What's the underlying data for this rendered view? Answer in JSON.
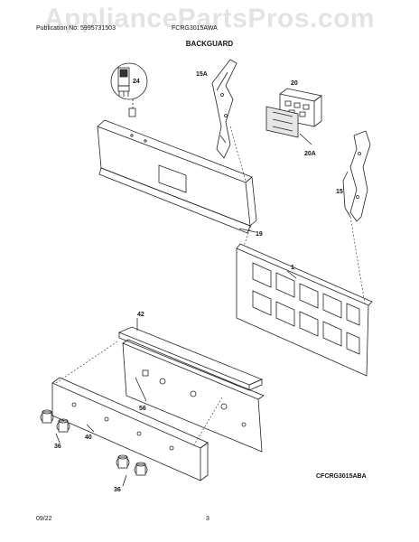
{
  "watermark": "AppliancePartsPros.com",
  "header": {
    "publication": "Publication No: 5995731503",
    "model": "FCRG3015AWA",
    "section_title": "BACKGUARD"
  },
  "diagram": {
    "code": "CFCRG3015ABA",
    "callouts": {
      "p24": "24",
      "p15a": "15A",
      "p20": "20",
      "p20a": "20A",
      "p15": "15",
      "p19": "19",
      "p1": "1",
      "p42": "42",
      "p56": "56",
      "p40": "40",
      "p36a": "36",
      "p36b": "36"
    }
  },
  "footer": {
    "date": "09/22",
    "page": "3"
  }
}
